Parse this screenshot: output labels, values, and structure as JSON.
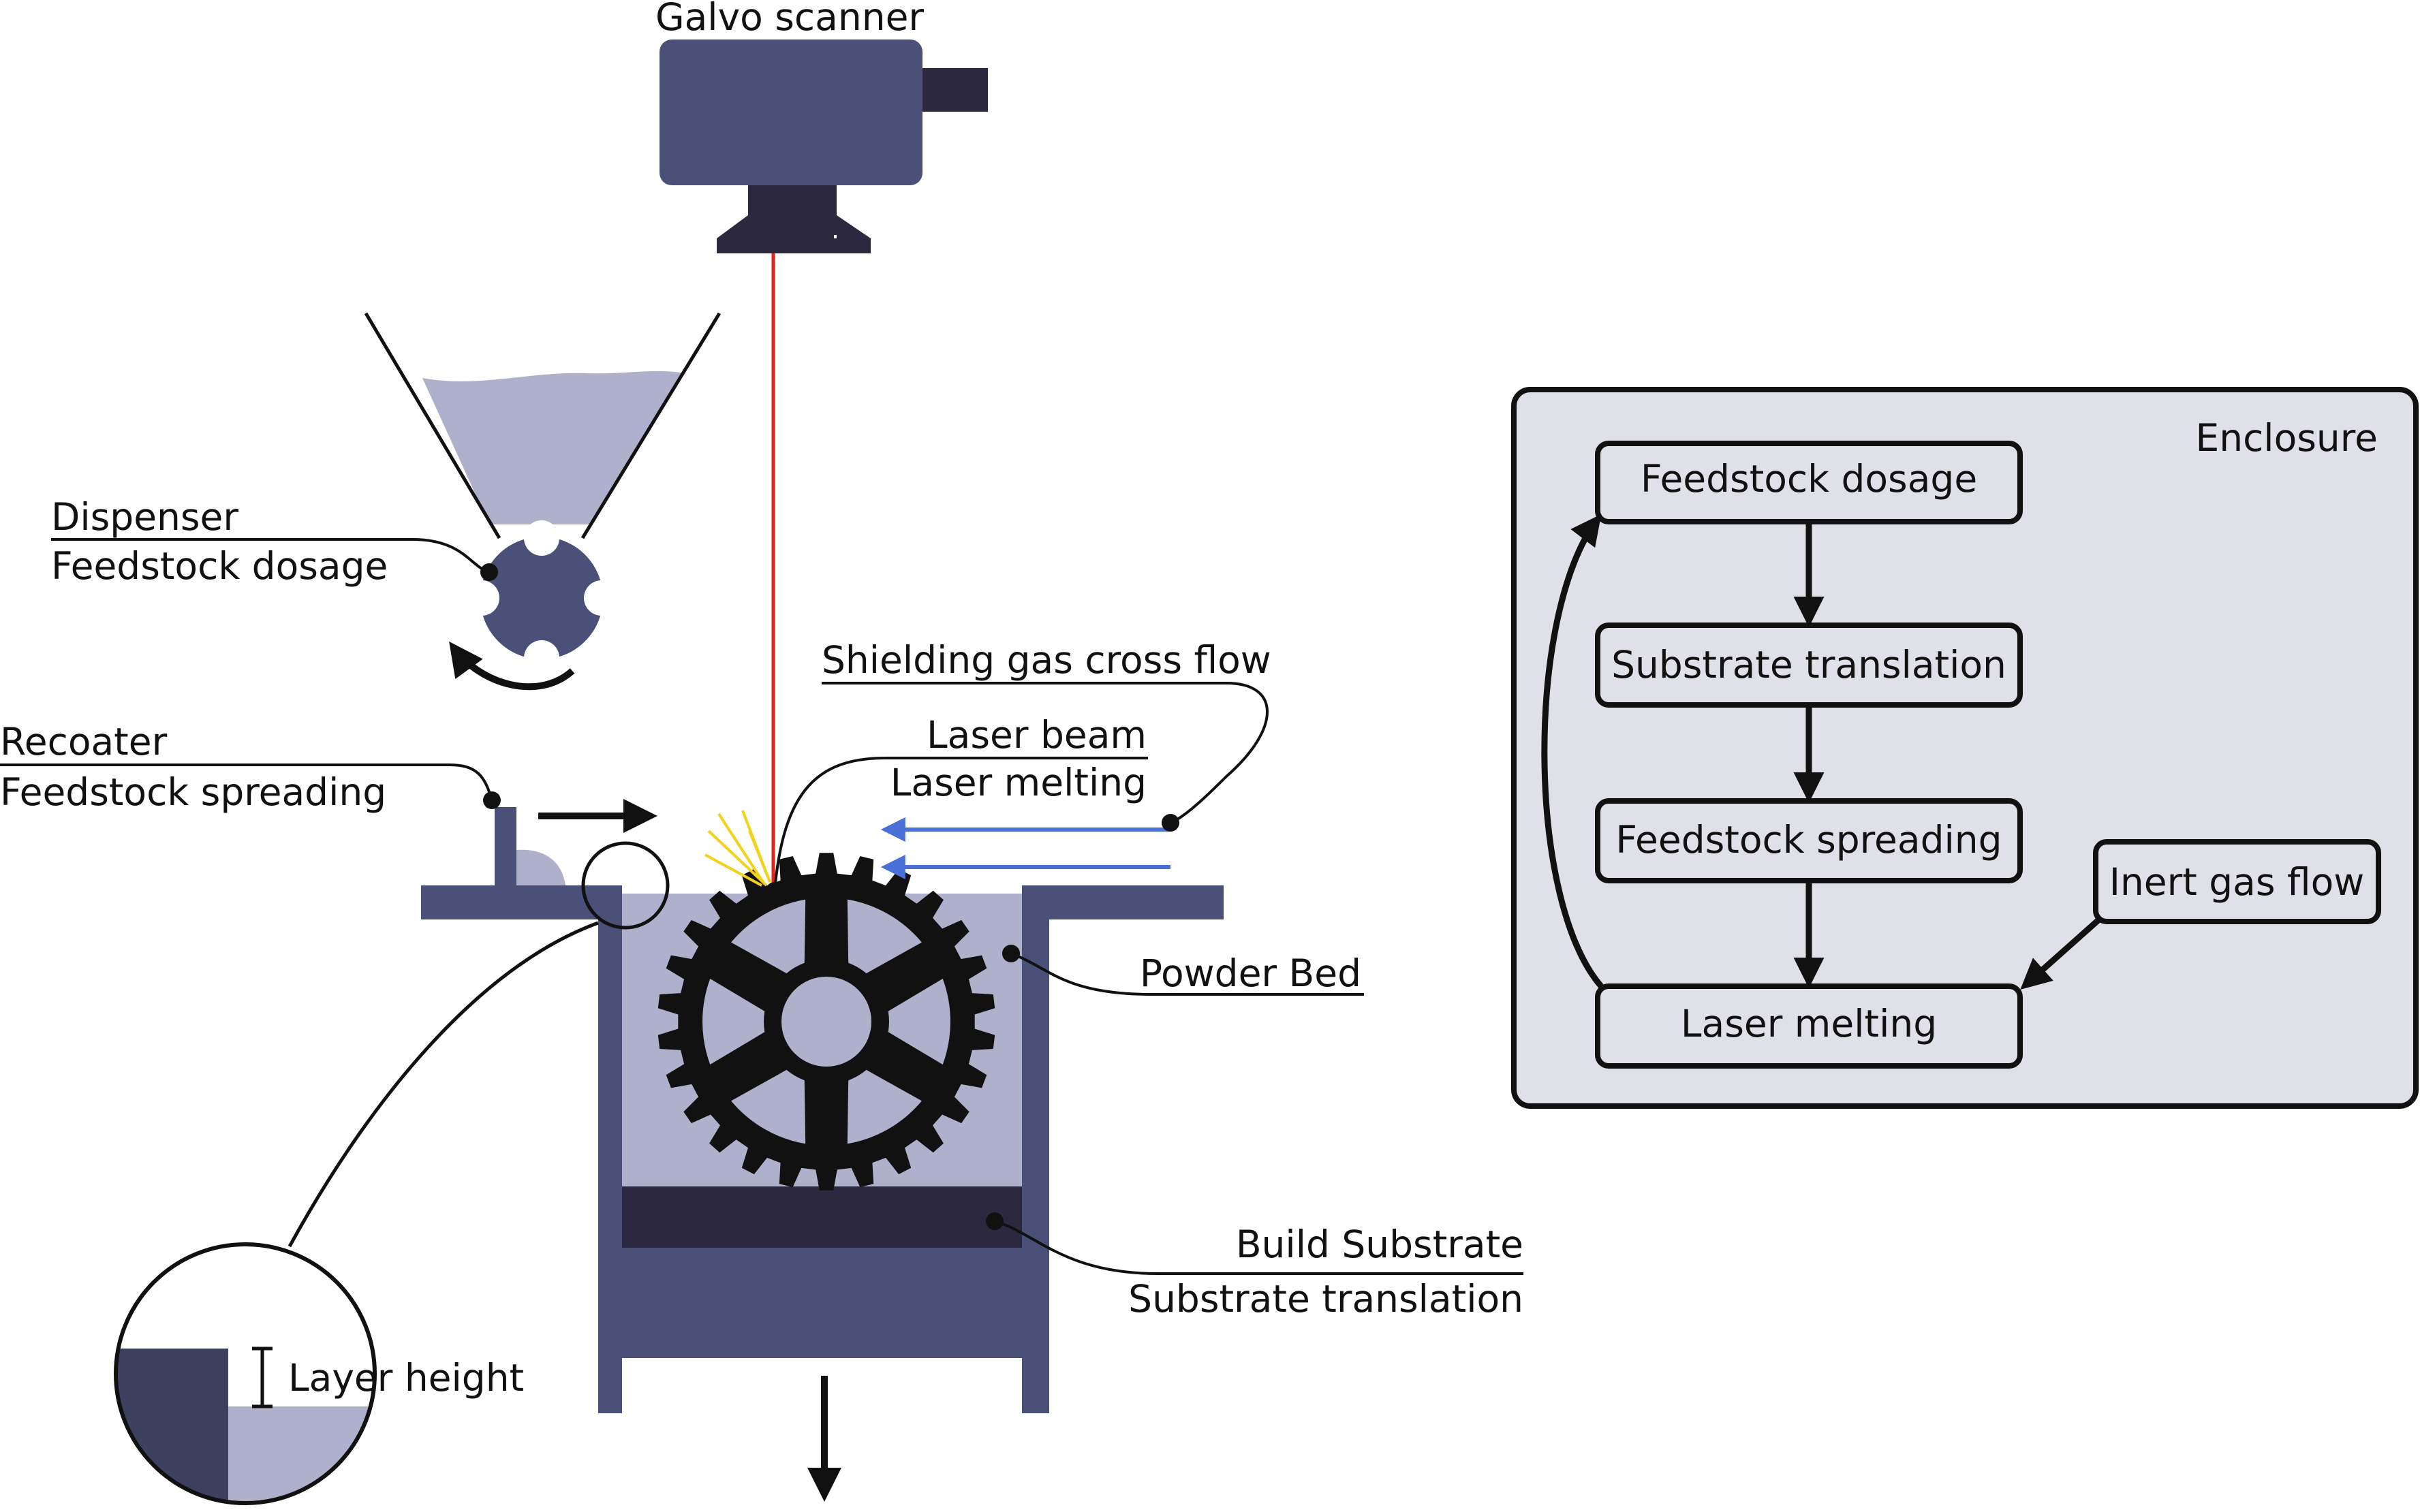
{
  "labels": {
    "galvo": "Galvo scanner",
    "dispenser_title": "Dispenser",
    "dispenser_sub": "Feedstock dosage",
    "recoater_title": "Recoater",
    "recoater_sub": "Feedstock spreading",
    "shielding": "Shielding gas cross flow",
    "laser_title": "Laser beam",
    "laser_sub": "Laser melting",
    "powder_bed": "Powder Bed",
    "substrate_title": "Build Substrate",
    "substrate_sub": "Substrate translation",
    "layer_height": "Layer height"
  },
  "flowchart": {
    "enclosure": "Enclosure",
    "nodes": {
      "dosage": "Feedstock dosage",
      "translation": "Substrate translation",
      "spreading": "Feedstock spreading",
      "melting": "Laser melting",
      "inert": "Inert gas flow"
    }
  },
  "colors": {
    "machine": "#4b5078",
    "dark": "#2c2840",
    "powder": "#aeb0cc",
    "laser": "#e0261f",
    "gas": "#4a70d8",
    "spark": "#f2d21b",
    "enclosure": "#e0e1e8"
  }
}
